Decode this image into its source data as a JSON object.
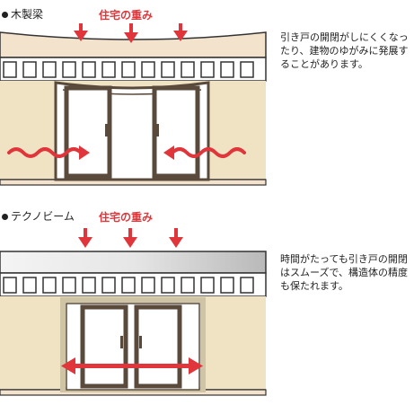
{
  "panels": [
    {
      "name": "wood-beam",
      "title": "木製梁",
      "load_label": "住宅の重み",
      "description": "引き戸の開閉がしにくくなったり、建物のゆがみに発展することがあります。",
      "colors": {
        "beam": "#f3e2cc",
        "wall": "#efe3c4",
        "arrow": "#e0353a",
        "frame": "#5a4a3c"
      }
    },
    {
      "name": "technobeam",
      "title": "テクノビーム",
      "load_label": "住宅の重み",
      "description": "時間がたっても引き戸の開閉はスムーズで、構造体の精度も保たれます。",
      "colors": {
        "beam": "#d9d9d9",
        "wall": "#efe3c4",
        "arrow": "#e0353a",
        "frame": "#5a4a3c"
      }
    }
  ]
}
